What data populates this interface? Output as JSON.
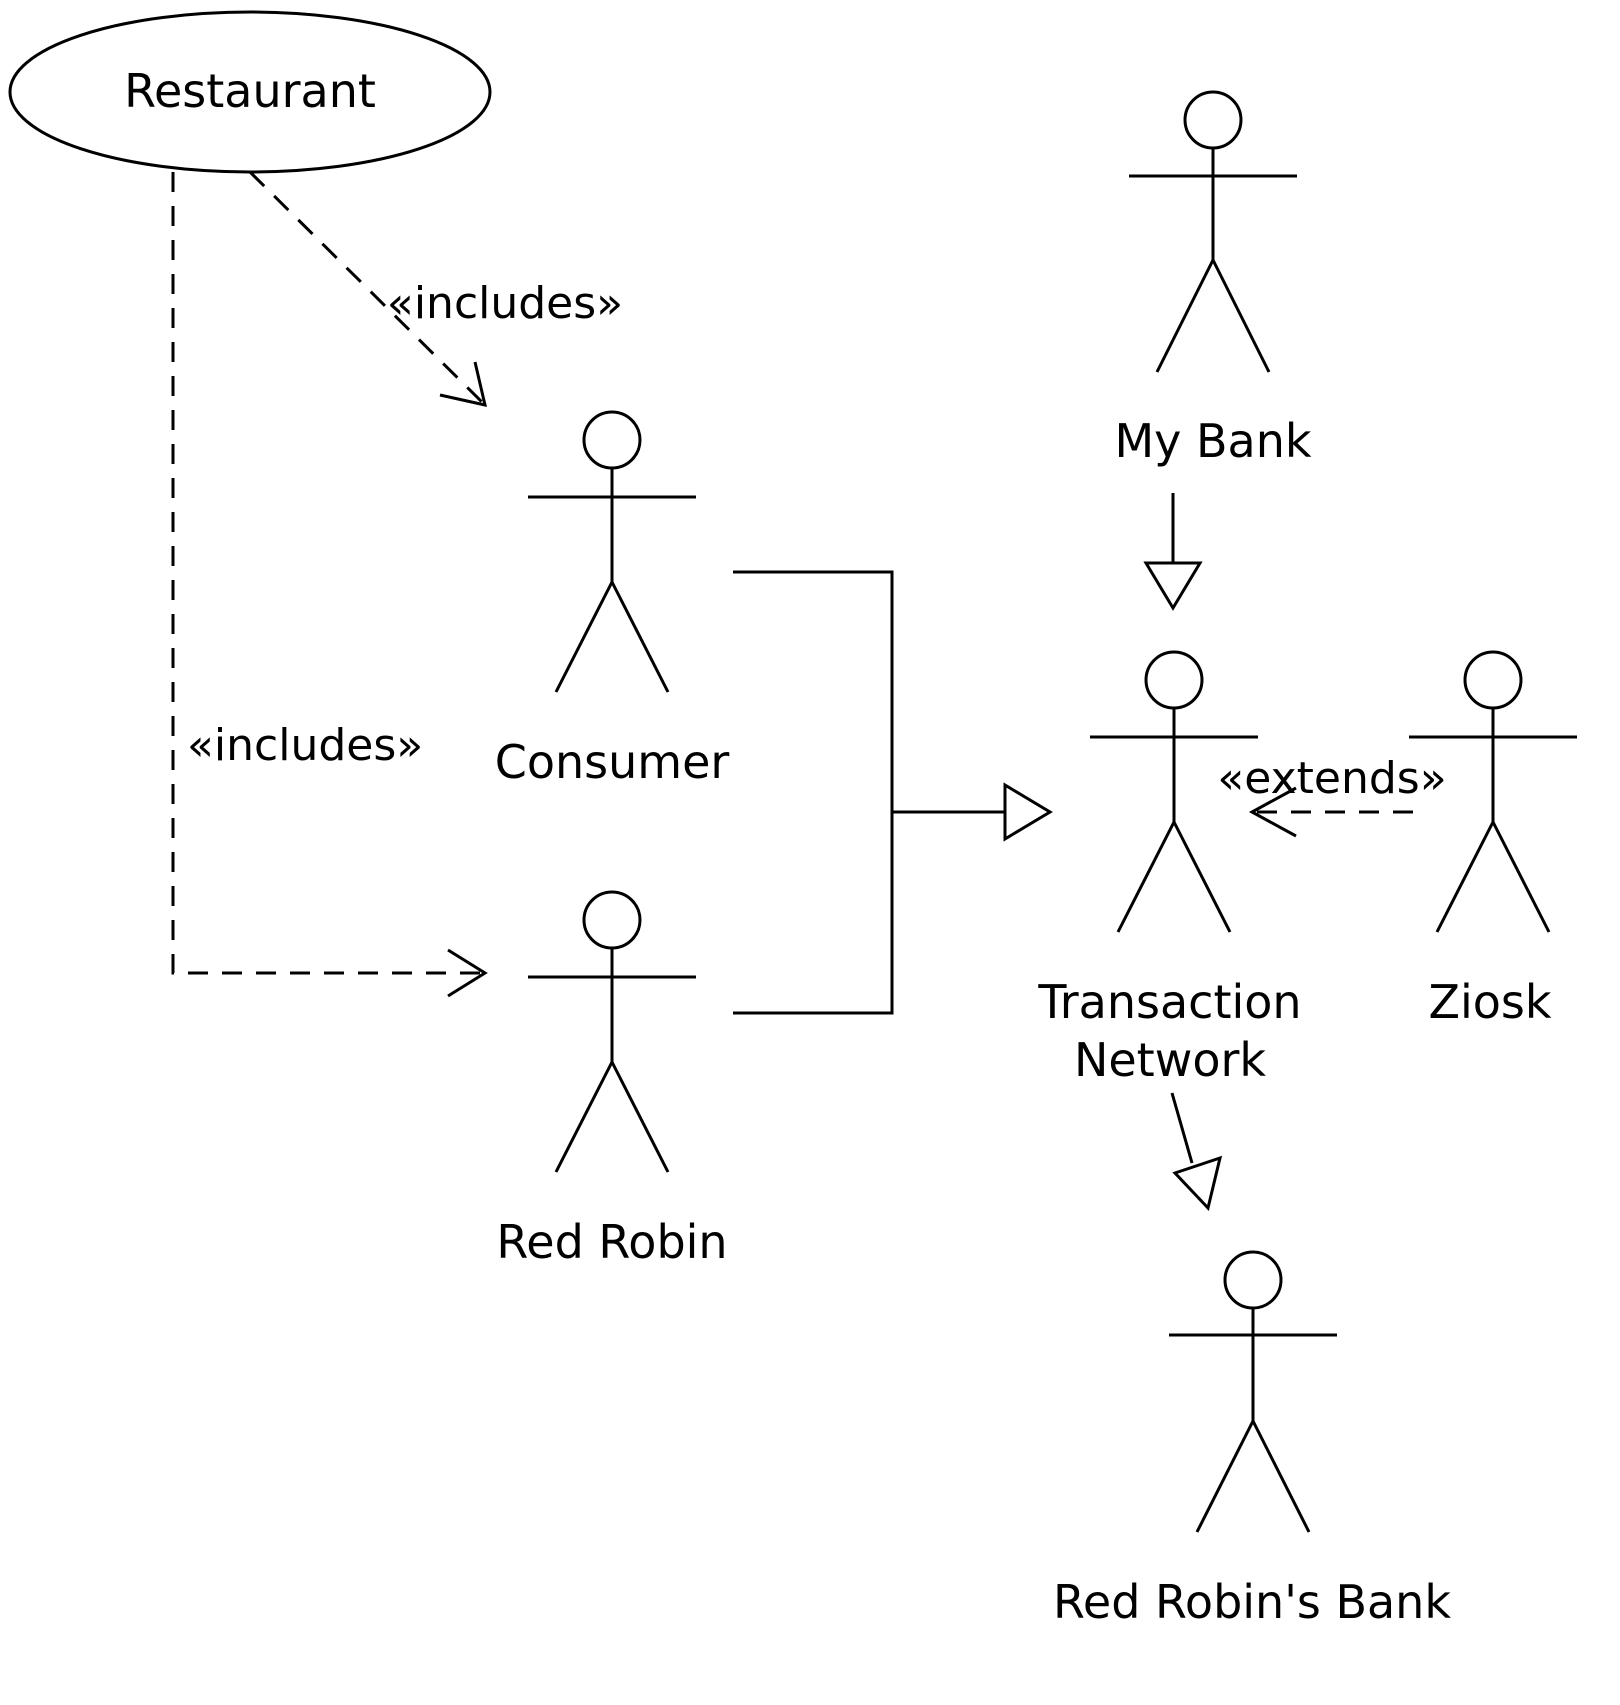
{
  "diagram": {
    "use_case": {
      "label": "Restaurant"
    },
    "actors": {
      "consumer": {
        "label": "Consumer"
      },
      "red_robin": {
        "label": "Red Robin"
      },
      "my_bank": {
        "label": "My Bank"
      },
      "transaction_network": {
        "label_line1": "Transaction",
        "label_line2": "Network"
      },
      "ziosk": {
        "label": "Ziosk"
      },
      "red_robins_bank": {
        "label": "Red Robin's Bank"
      }
    },
    "relations": {
      "includes_consumer": "«includes»",
      "includes_red_robin": "«includes»",
      "extends_ziosk": "«extends»"
    }
  }
}
